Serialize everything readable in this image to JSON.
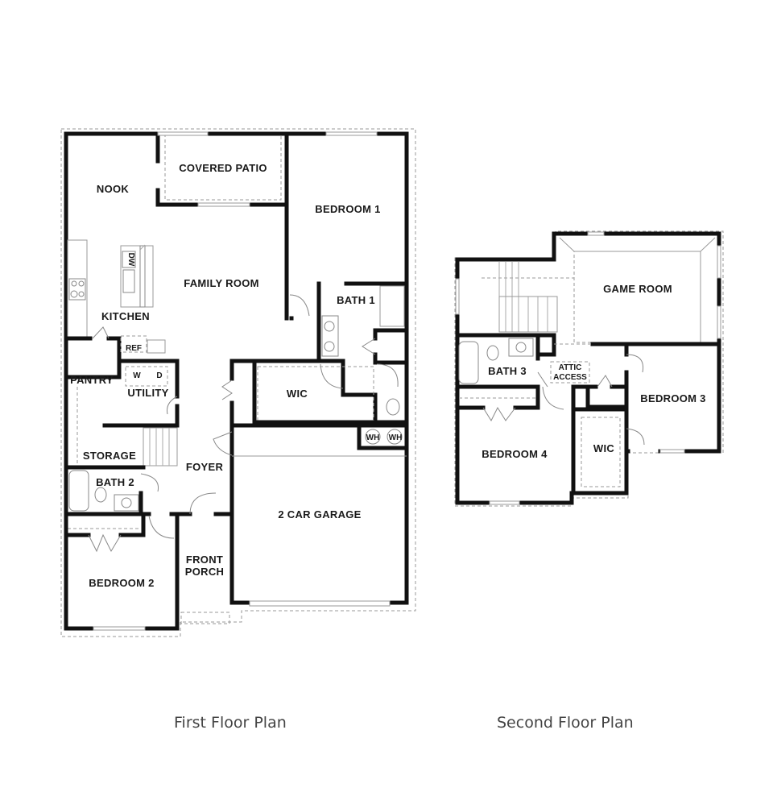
{
  "first_floor": {
    "caption": "First Floor Plan",
    "rooms": {
      "covered_patio": "COVERED PATIO",
      "nook": "NOOK",
      "bedroom_1": "BEDROOM 1",
      "family_room": "FAMILY ROOM",
      "kitchen": "KITCHEN",
      "bath_1": "BATH 1",
      "ref": "REF",
      "dw": "DW",
      "pantry": "PANTRY",
      "utility": "UTILITY",
      "washer": "W",
      "dryer": "D",
      "wic": "WIC",
      "wh_1": "WH",
      "wh_2": "WH",
      "storage": "STORAGE",
      "foyer": "FOYER",
      "bath_2": "BATH 2",
      "garage": "2 CAR GARAGE",
      "front_porch_line1": "FRONT",
      "front_porch_line2": "PORCH",
      "bedroom_2": "BEDROOM 2"
    }
  },
  "second_floor": {
    "caption": "Second Floor Plan",
    "rooms": {
      "game_room": "GAME ROOM",
      "bath_3": "BATH 3",
      "attic_line1": "ATTIC",
      "attic_line2": "ACCESS",
      "bedroom_3": "BEDROOM 3",
      "bedroom_4": "BEDROOM 4",
      "wic": "WIC"
    }
  }
}
